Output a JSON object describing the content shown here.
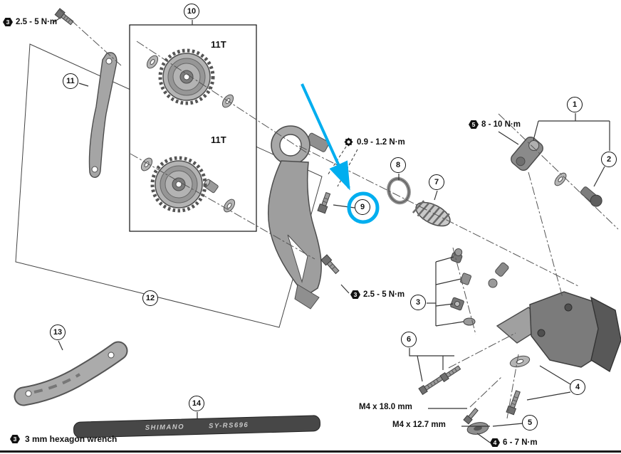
{
  "highlight": {
    "color": "#00AEEF",
    "target_callout": "9"
  },
  "callouts": {
    "c1": "1",
    "c2": "2",
    "c3": "3",
    "c4": "4",
    "c5": "5",
    "c6": "6",
    "c7": "7",
    "c8": "8",
    "c9": "9",
    "c10": "10",
    "c11": "11",
    "c12": "12",
    "c13": "13",
    "c14": "14"
  },
  "torque_labels": {
    "top_left": {
      "tool_size": "3",
      "value": "2.5 - 5 N·m"
    },
    "pivot": {
      "tool": "phillips-screwdriver",
      "value": "0.9 - 1.2 N·m"
    },
    "cage_stop": {
      "tool_size": "3",
      "value": "2.5 - 5 N·m"
    },
    "bracket_axle": {
      "tool_size": "5",
      "value": "8 - 10 N·m"
    },
    "cable_bolt": {
      "tool_size": "4",
      "value": "6 - 7 N·m"
    }
  },
  "part_labels": {
    "pulley_top": "11T",
    "pulley_bottom": "11T",
    "bolt_long": "M4 x 18.0 mm",
    "bolt_short": "M4 x 12.7 mm",
    "plate_brand": "SHIMANO",
    "plate_model": "SY-RS696"
  },
  "legend": {
    "tool_size": "3",
    "text": "3 mm hexagon wrench"
  }
}
